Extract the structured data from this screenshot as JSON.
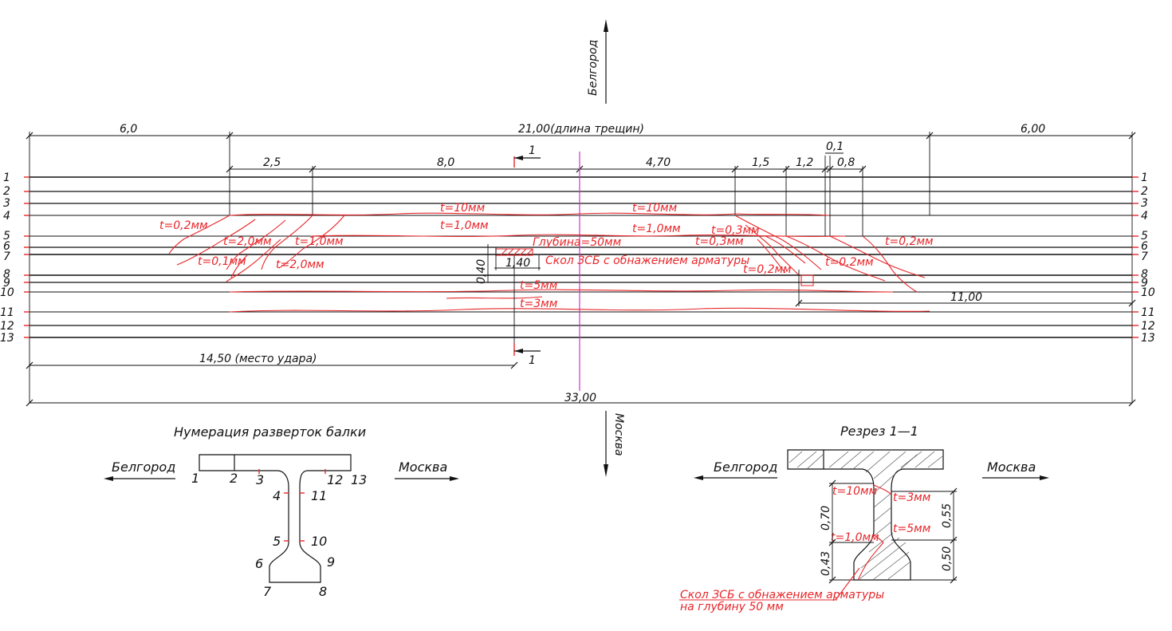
{
  "directions": {
    "north": "Белгород",
    "south": "Москва"
  },
  "plan": {
    "dims_top": {
      "left": "6,0",
      "total": "21,00(длина трещин)",
      "right": "6,00"
    },
    "dims_sub": [
      "2,5",
      "8,0",
      "4,70",
      "1,5",
      "1,2",
      "0,1",
      "0,8"
    ],
    "lines_left": [
      "1",
      "2",
      "3",
      "4",
      "5",
      "6",
      "7",
      "8",
      "9",
      "10",
      "11",
      "12",
      "13"
    ],
    "lines_right": [
      "1",
      "2",
      "3",
      "4",
      "5",
      "6",
      "7",
      "8",
      "9",
      "10",
      "11",
      "12",
      "13"
    ],
    "crack_labels": {
      "t10_left": "t=10мм",
      "t10_right": "t=10мм",
      "t1_left": "t=1,0мм",
      "t1_right": "t=1,0мм",
      "t02_left": "t=0,2мм",
      "t20_a": "t=2,0мм",
      "t10_b": "t=1,0мм",
      "t01": "t=0,1мм",
      "t20_b": "t=2,0мм",
      "t03_a": "t=0,3мм",
      "t03_b": "t=0,3мм",
      "t02_r1": "t=0,2мм",
      "t02_r2": "t=0,2мм",
      "t02_r3": "t=0,2мм",
      "t5": "t=5мм",
      "t3": "t=3мм"
    },
    "spall": {
      "depth": "Глубина=50мм",
      "desc": "Скол ЗСБ с обнажением арматуры",
      "w": "1,40",
      "h": "0,40"
    },
    "section_mark": "1",
    "dim_impact": "14,50 (место удара)",
    "dim_11": "11,00",
    "dim_total": "33,00"
  },
  "numbering": {
    "title": "Нумерация разверток балки",
    "left_dir": "Белгород",
    "right_dir": "Москва",
    "points": [
      "1",
      "2",
      "3",
      "4",
      "5",
      "6",
      "7",
      "8",
      "9",
      "10",
      "11",
      "12",
      "13"
    ]
  },
  "section": {
    "title": "Резрез 1—1",
    "left_dir": "Белгород",
    "right_dir": "Москва",
    "labels": {
      "t10": "t=10мм",
      "t3": "t=3мм",
      "t1": "t=1,0мм",
      "t5": "t=5мм"
    },
    "dims": {
      "d070": "0,70",
      "d043": "0,43",
      "d055": "0,55",
      "d050": "0,50"
    },
    "spall_line1": "Скол ЗСБ с обнажением арматуры",
    "spall_line2": "на глубину 50 мм"
  }
}
